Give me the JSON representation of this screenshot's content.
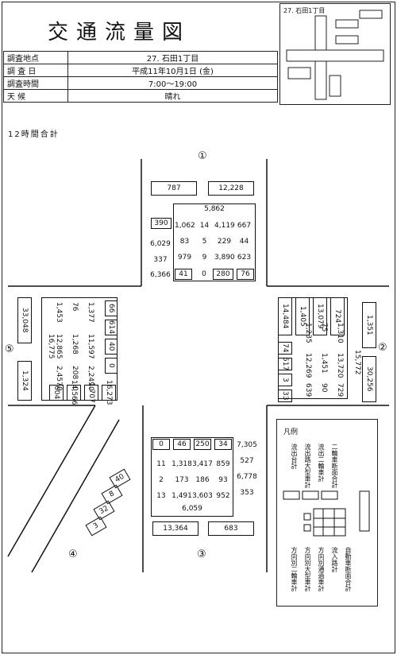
{
  "title": "交通流量図",
  "info": [
    {
      "key": "調査地点",
      "value": "27. 石田1丁目"
    },
    {
      "key": "調 査 日",
      "value": "平成11年10月1日 (金)"
    },
    {
      "key": "調査時間",
      "value": "7:00〜19:00"
    },
    {
      "key": "天 候",
      "value": "晴れ"
    }
  ],
  "map_title": "27. 石田1丁目",
  "subtitle": "12時間合計",
  "approaches": {
    "north": {
      "label": "①",
      "top_boxes": [
        "787",
        "12,228"
      ],
      "total": "5,862",
      "left_col": [
        "390",
        "6,029",
        "337",
        "6,366"
      ],
      "rows": [
        [
          "1,062",
          "14",
          "4,119",
          "667"
        ],
        [
          "83",
          "5",
          "229",
          "44"
        ],
        [
          "979",
          "9",
          "3,890",
          "623"
        ]
      ],
      "bottom": [
        "41",
        "0",
        "280",
        "76"
      ]
    },
    "east": {
      "label": "②",
      "boxes": [
        "1,351",
        "30,256"
      ],
      "top": [
        "14,484",
        "1,405",
        "13,079",
        "724"
      ],
      "left": [
        "74",
        "517",
        "3",
        "33"
      ],
      "cols": [
        [
          "1,235",
          "12,269",
          "639"
        ],
        [
          "75",
          "1,451",
          "90"
        ],
        [
          "1,310",
          "13,720",
          "729"
        ]
      ],
      "total": "15,772"
    },
    "south": {
      "label": "③",
      "top": [
        "0",
        "46",
        "250",
        "34"
      ],
      "right_col": [
        "7,305",
        "527",
        "6,778",
        "353"
      ],
      "rows": [
        [
          "11",
          "1,318",
          "3,417",
          "859"
        ],
        [
          "2",
          "173",
          "186",
          "93"
        ],
        [
          "13",
          "1,491",
          "3,603",
          "952"
        ]
      ],
      "total": "6,059",
      "bottom_boxes": [
        "13,364",
        "683"
      ]
    },
    "southwest": {
      "label": "④",
      "values": [
        "40",
        "8",
        "32",
        "3"
      ]
    },
    "west": {
      "label": "⑤",
      "boxes": [
        "33,048",
        "1,324"
      ],
      "total": "16,775",
      "cols": [
        [
          "1,453",
          "12,865",
          "2,457"
        ],
        [
          "76",
          "1,268",
          "208"
        ],
        [
          "1,377",
          "11,597",
          "2,249"
        ]
      ],
      "right": [
        "66",
        "614",
        "40",
        "0"
      ],
      "bottom": [
        "604",
        "14,566",
        "1,707",
        "16,273"
      ],
      "zeros": [
        "0",
        "0",
        "0"
      ]
    }
  },
  "legend": {
    "title": "凡例",
    "top_labels": [
      "流出台計",
      "流出路大型車計",
      "流出二輪車計",
      "二輪車断面合計"
    ],
    "bottom_labels": [
      "方向別二輪車計",
      "方向別大型車計",
      "方向別通過車計",
      "流入路計",
      "自動車断面合計"
    ]
  }
}
